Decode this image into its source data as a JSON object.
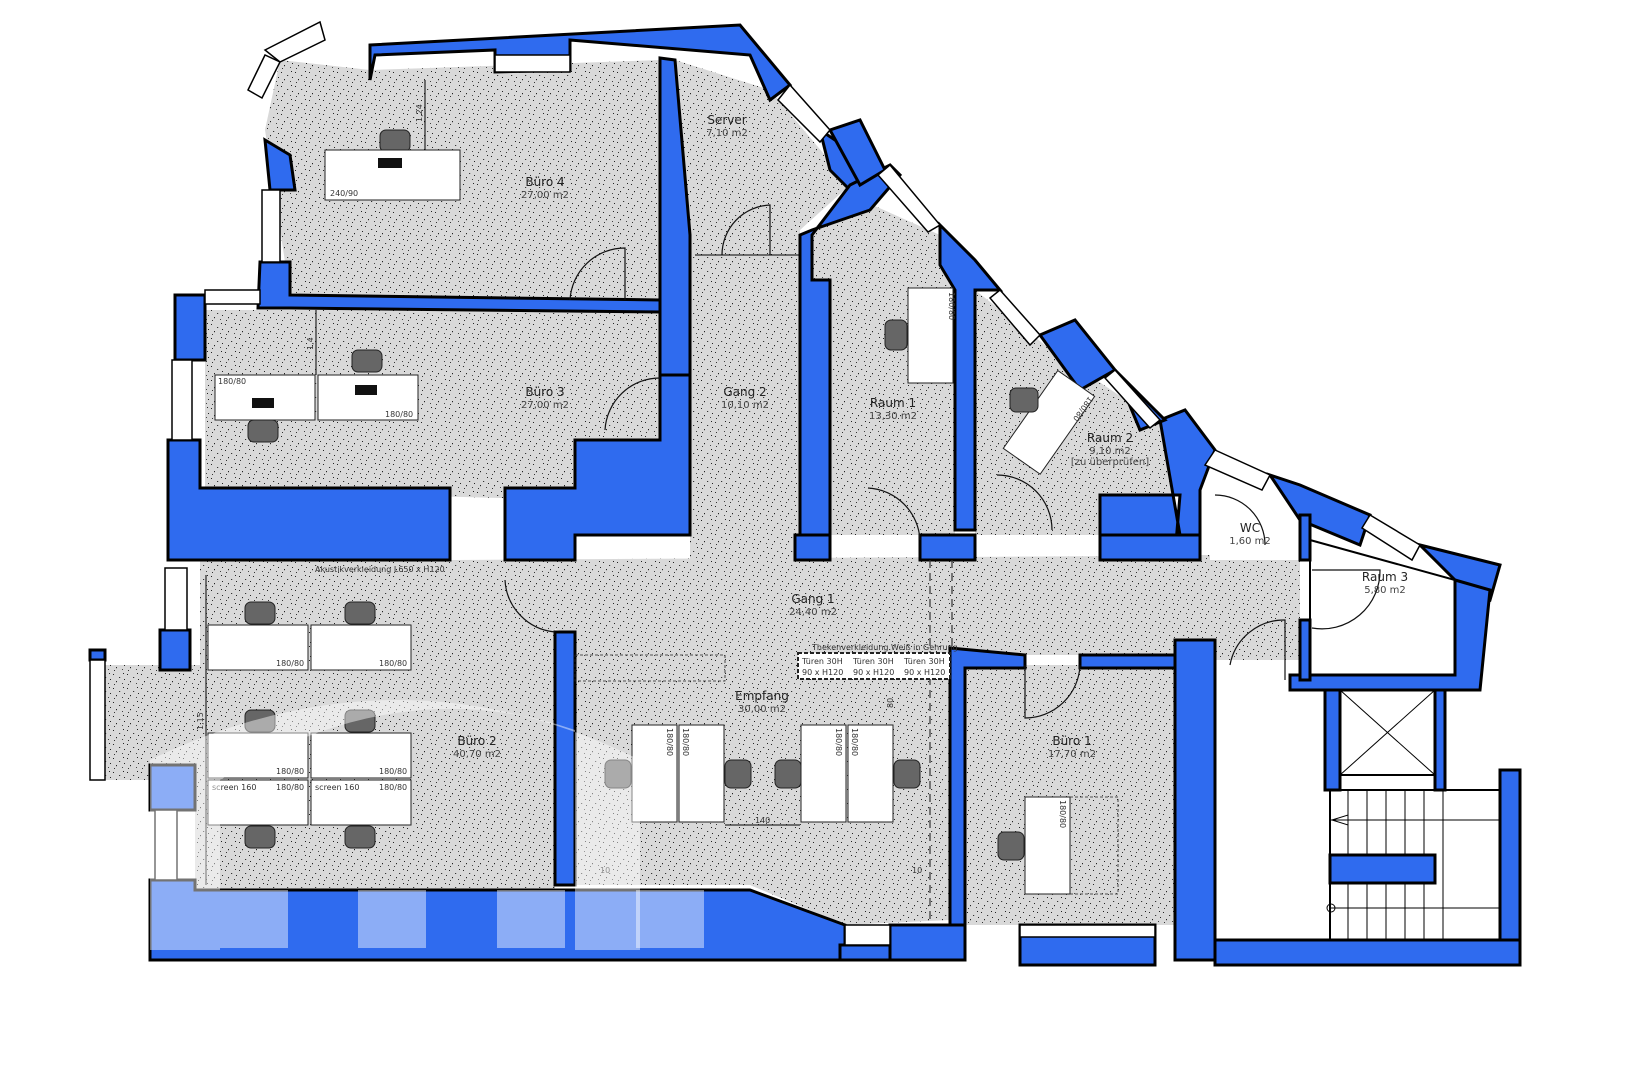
{
  "plan": {
    "colors": {
      "wall": "#2f6bef",
      "floor": "#d9d9d9",
      "furniture": "#ffffff"
    },
    "rooms": {
      "buero4": {
        "name": "Büro 4",
        "area": "27,00 m2"
      },
      "server": {
        "name": "Server",
        "area": "7,10 m2"
      },
      "buero3": {
        "name": "Büro 3",
        "area": "27,00 m2"
      },
      "gang2": {
        "name": "Gang 2",
        "area": "10,10 m2"
      },
      "raum1": {
        "name": "Raum 1",
        "area": "13,30 m2"
      },
      "raum2": {
        "name": "Raum 2",
        "area": "9,10 m2",
        "note": "[zu überprüfen]"
      },
      "wc": {
        "name": "WC",
        "area": "1,60 m2"
      },
      "raum3": {
        "name": "Raum 3",
        "area": "5,80 m2"
      },
      "gang1": {
        "name": "Gang 1",
        "area": "24,40 m2"
      },
      "empfang": {
        "name": "Empfang",
        "area": "30,00 m2"
      },
      "buero2": {
        "name": "Büro 2",
        "area": "40,70 m2"
      },
      "buero1": {
        "name": "Büro 1",
        "area": "17,70 m2"
      }
    },
    "annotations": {
      "acoustic": "Akustikverkleidung L650 x H120",
      "counter": "Thekenverkleidung Weiß in Gehrung",
      "counter_doors": [
        "Türen 30H",
        "90 x H120"
      ],
      "dim_140": "140",
      "dim_10a": "10",
      "dim_10b": "10",
      "dim_80": "80",
      "dim_124": "1,24",
      "dim_14": "1,4",
      "dim_115": "1,15"
    },
    "desks": {
      "d240": "240/90",
      "d180": "180/80",
      "screen": "screen 160"
    }
  }
}
